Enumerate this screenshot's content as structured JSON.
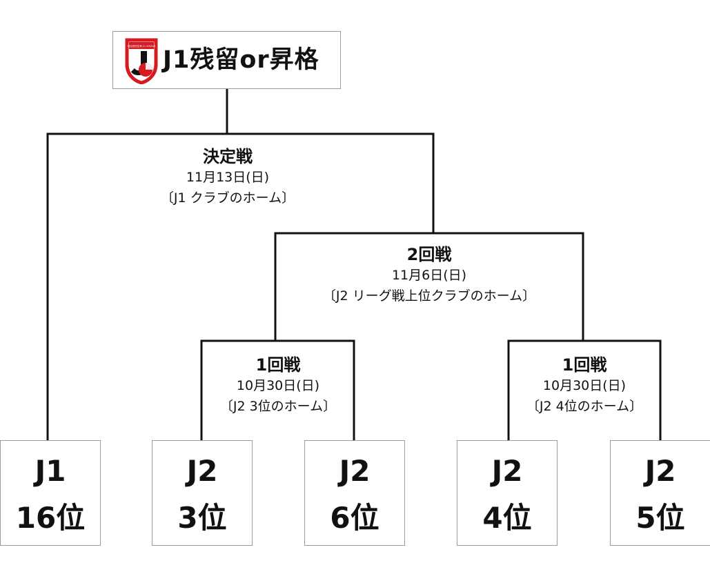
{
  "title": {
    "logo_text": "明治安田生命 J1 LEAGUE",
    "text": "J1残留or昇格"
  },
  "matches": {
    "final": {
      "round": "決定戦",
      "date": "11月13日(日)",
      "home": "〔J1 クラブのホーム〕"
    },
    "second_round": {
      "round": "2回戦",
      "date": "11月6日(日)",
      "home": "〔J2 リーグ戦上位クラブのホーム〕"
    },
    "first_round_left": {
      "round": "1回戦",
      "date": "10月30日(日)",
      "home": "〔J2 3位のホーム〕"
    },
    "first_round_right": {
      "round": "1回戦",
      "date": "10月30日(日)",
      "home": "〔J2 4位のホーム〕"
    }
  },
  "teams": [
    {
      "league": "J1",
      "rank": "16位"
    },
    {
      "league": "J2",
      "rank": "3位"
    },
    {
      "league": "J2",
      "rank": "6位"
    },
    {
      "league": "J2",
      "rank": "4位"
    },
    {
      "league": "J2",
      "rank": "5位"
    }
  ],
  "colors": {
    "line": "#111111",
    "box_border": "#9a9a9a",
    "logo_red": "#d71920",
    "logo_black": "#111111"
  }
}
